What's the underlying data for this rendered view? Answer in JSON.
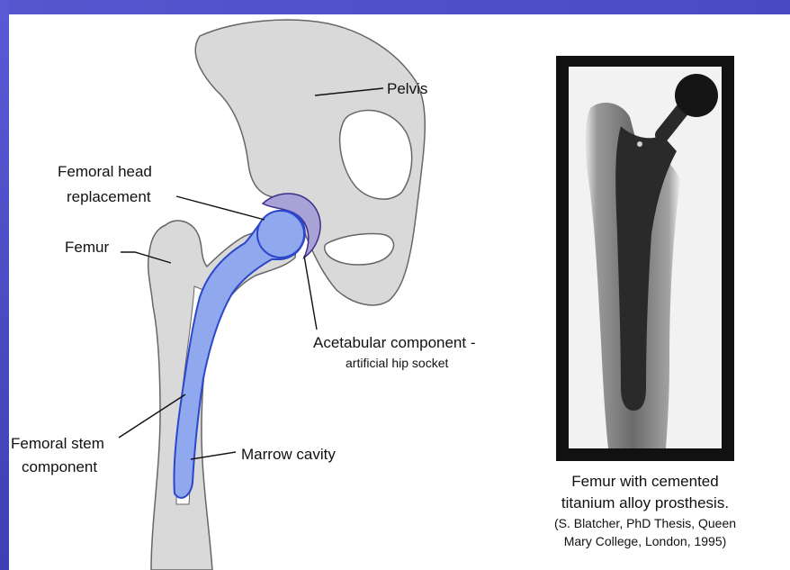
{
  "diagram": {
    "labels": {
      "pelvis": "Pelvis",
      "femoral_head_1": "Femoral head",
      "femoral_head_2": "replacement",
      "femur": "Femur",
      "acetabular_1": "Acetabular component -",
      "acetabular_2": "artificial hip socket",
      "femoral_stem_1": "Femoral stem",
      "femoral_stem_2": "component",
      "marrow_cavity": "Marrow cavity"
    }
  },
  "xray": {
    "caption_line1": "Femur with cemented",
    "caption_line2": "titanium alloy prosthesis.",
    "source_line1": "(S. Blatcher, PhD Thesis, Queen",
    "source_line2": "Mary College, London, 1995)"
  },
  "colors": {
    "frame": "#4f4fc8",
    "bone": "#d9d9d9",
    "implant": "#8fa8ee",
    "implant_stroke": "#2d47c9",
    "socket": "#a9a2d6"
  }
}
